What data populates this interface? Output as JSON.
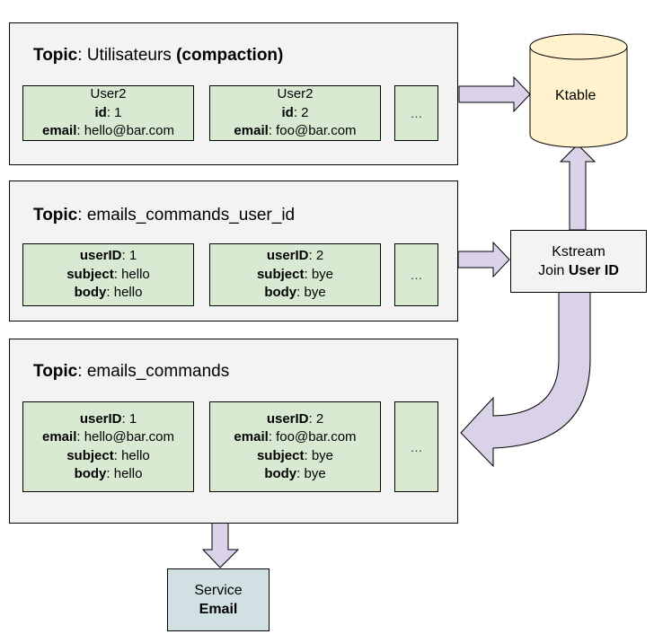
{
  "topics": [
    {
      "title_bold": "Topic",
      "title_sep": ":",
      "title_name": " Utilisateurs ",
      "title_suffix_bold": "(compaction)",
      "messages": [
        {
          "lines": [
            {
              "key": "",
              "value": "User2"
            },
            {
              "key": "id",
              "value": ": 1"
            },
            {
              "key": "email",
              "value": ": hello@bar.com"
            }
          ]
        },
        {
          "lines": [
            {
              "key": "",
              "value": "User2"
            },
            {
              "key": "id",
              "value": ": 2"
            },
            {
              "key": "email",
              "value": ": foo@bar.com"
            }
          ]
        }
      ],
      "more": "…"
    },
    {
      "title_bold": "Topic",
      "title_sep": ":",
      "title_name": " emails_commands_user_id",
      "title_suffix_bold": "",
      "messages": [
        {
          "lines": [
            {
              "key": "userID",
              "value": ": 1"
            },
            {
              "key": "subject",
              "value": ": hello"
            },
            {
              "key": "body",
              "value": ": hello"
            }
          ]
        },
        {
          "lines": [
            {
              "key": "userID",
              "value": ": 2"
            },
            {
              "key": "subject",
              "value": ": bye"
            },
            {
              "key": "body",
              "value": ": bye"
            }
          ]
        }
      ],
      "more": "…"
    },
    {
      "title_bold": "Topic",
      "title_sep": ":",
      "title_name": " emails_commands",
      "title_suffix_bold": "",
      "messages": [
        {
          "lines": [
            {
              "key": "userID",
              "value": ": 1"
            },
            {
              "key": "email",
              "value": ": hello@bar.com"
            },
            {
              "key": "subject",
              "value": ": hello"
            },
            {
              "key": "body",
              "value": ": hello"
            }
          ]
        },
        {
          "lines": [
            {
              "key": "userID",
              "value": ": 2"
            },
            {
              "key": "email",
              "value": ": foo@bar.com"
            },
            {
              "key": "subject",
              "value": ": bye"
            },
            {
              "key": "body",
              "value": ": bye"
            }
          ]
        }
      ],
      "more": "…"
    }
  ],
  "ktable": {
    "label": "Ktable"
  },
  "kstream": {
    "line1": "Kstream",
    "line2_prefix": "Join ",
    "line2_bold": "User ID"
  },
  "service": {
    "line1": "Service",
    "line2_bold": "Email"
  },
  "colors": {
    "topic_bg": "#f3f3f3",
    "message_bg": "#d9ead3",
    "arrow_fill": "#d9d2e9",
    "ktable_fill": "#fff2cc",
    "kstream_bg": "#f3f3f3",
    "service_bg": "#d0e0e3",
    "stroke": "#000000"
  }
}
